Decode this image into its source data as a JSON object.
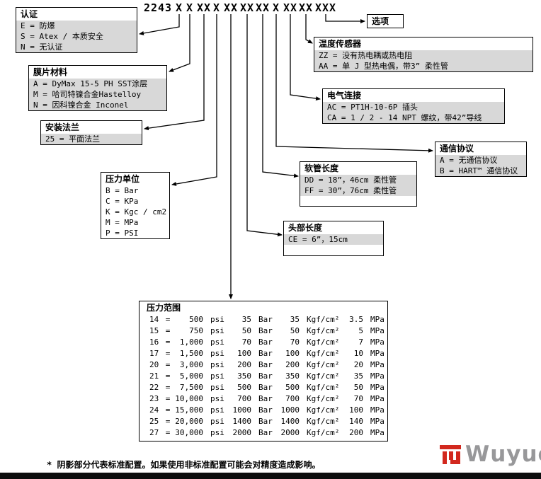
{
  "model_code": {
    "prefix": "2243",
    "groups": [
      "X",
      "X",
      "XX",
      "X",
      "XX",
      "XX",
      "XX",
      "X",
      "XX",
      "XX",
      "XXX"
    ]
  },
  "boxes": {
    "certification": {
      "title": "认证",
      "rows": [
        {
          "text": "E = 防爆",
          "shaded": true
        },
        {
          "text": "S = Atex / 本质安全",
          "shaded": true
        },
        {
          "text": "N = 无认证",
          "shaded": true
        }
      ]
    },
    "diaphragm_material": {
      "title": "膜片材料",
      "rows": [
        {
          "text": "A = DyMax 15-5 PH SST涂层",
          "shaded": true
        },
        {
          "text": "M = 哈司特镍合金Hastelloy",
          "shaded": true
        },
        {
          "text": "N = 因科镍合金 Inconel",
          "shaded": true
        }
      ]
    },
    "mounting_flange": {
      "title": "安装法兰",
      "rows": [
        {
          "text": "25 = 平面法兰",
          "shaded": true
        }
      ]
    },
    "pressure_unit": {
      "title": "压力单位",
      "rows": [
        {
          "text": "B = Bar",
          "shaded": false
        },
        {
          "text": "C = KPa",
          "shaded": false
        },
        {
          "text": "K = Kgc / cm2",
          "shaded": false
        },
        {
          "text": "M = MPa",
          "shaded": false
        },
        {
          "text": "P = PSI",
          "shaded": false
        }
      ]
    },
    "options": {
      "title": "选项"
    },
    "temperature_sensor": {
      "title": "温度传感器",
      "rows": [
        {
          "text": "ZZ = 没有热电耦或热电阻",
          "shaded": true
        },
        {
          "text": "AA = 单 J 型热电偶，带3” 柔性管",
          "shaded": true
        }
      ]
    },
    "electrical_connection": {
      "title": "电气连接",
      "rows": [
        {
          "text": "AC = PT1H-10-6P 插头",
          "shaded": true
        },
        {
          "text": "CA = 1 / 2 - 14 NPT 螺纹，带42”导线",
          "shaded": true
        }
      ]
    },
    "communication_protocol": {
      "title": "通信协议",
      "rows": [
        {
          "text": "A = 无通信协议",
          "shaded": true
        },
        {
          "text": "B = HART™ 通信协议",
          "shaded": true
        }
      ]
    },
    "hose_length": {
      "title": "软管长度",
      "rows": [
        {
          "text": "DD = 18”，46cm 柔性管",
          "shaded": true
        },
        {
          "text": "FF = 30”，76cm 柔性管",
          "shaded": true
        }
      ]
    },
    "head_length": {
      "title": "头部长度",
      "rows": [
        {
          "text": "CE = 6”，15cm",
          "shaded": true
        }
      ]
    },
    "pressure_range": {
      "title": "压力范围",
      "eq": "=",
      "units": {
        "psi": "psi",
        "bar": "Bar",
        "kgf": "Kgf/cm²",
        "mpa": "MPa"
      },
      "rows": [
        {
          "code": "14",
          "psi": "500",
          "bar": "35",
          "kgf": "35",
          "mpa": "3.5"
        },
        {
          "code": "15",
          "psi": "750",
          "bar": "50",
          "kgf": "50",
          "mpa": "5"
        },
        {
          "code": "16",
          "psi": "1,000",
          "bar": "70",
          "kgf": "70",
          "mpa": "7"
        },
        {
          "code": "17",
          "psi": "1,500",
          "bar": "100",
          "kgf": "100",
          "mpa": "10"
        },
        {
          "code": "20",
          "psi": "3,000",
          "bar": "200",
          "kgf": "200",
          "mpa": "20"
        },
        {
          "code": "21",
          "psi": "5,000",
          "bar": "350",
          "kgf": "350",
          "mpa": "35"
        },
        {
          "code": "22",
          "psi": "7,500",
          "bar": "500",
          "kgf": "500",
          "mpa": "50"
        },
        {
          "code": "23",
          "psi": "10,000",
          "bar": "700",
          "kgf": "700",
          "mpa": "70"
        },
        {
          "code": "24",
          "psi": "15,000",
          "bar": "1000",
          "kgf": "1000",
          "mpa": "100"
        },
        {
          "code": "25",
          "psi": "20,000",
          "bar": "1400",
          "kgf": "1400",
          "mpa": "140"
        },
        {
          "code": "27",
          "psi": "30,000",
          "bar": "2000",
          "kgf": "2000",
          "mpa": "200"
        }
      ]
    }
  },
  "footnote": "* 阴影部分代表标准配置。如果使用非标准配置可能会对精度造成影响。",
  "logo": {
    "text": "Wuyue",
    "accent_color": "#d2281e",
    "text_color": "#98989a"
  }
}
